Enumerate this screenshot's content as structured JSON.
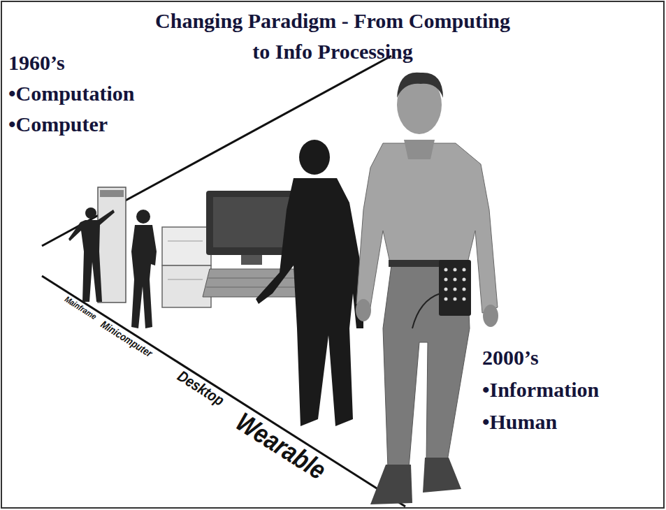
{
  "diagram": {
    "title": "Changing Paradigm - From Computing to Info Processing",
    "labels": [
      "1960’s",
      "•Computation",
      "•Computer",
      "Mainframe",
      "Minicomputer",
      "Desktop",
      "Wearable",
      "2000’s",
      "•Information",
      "•Human"
    ]
  }
}
